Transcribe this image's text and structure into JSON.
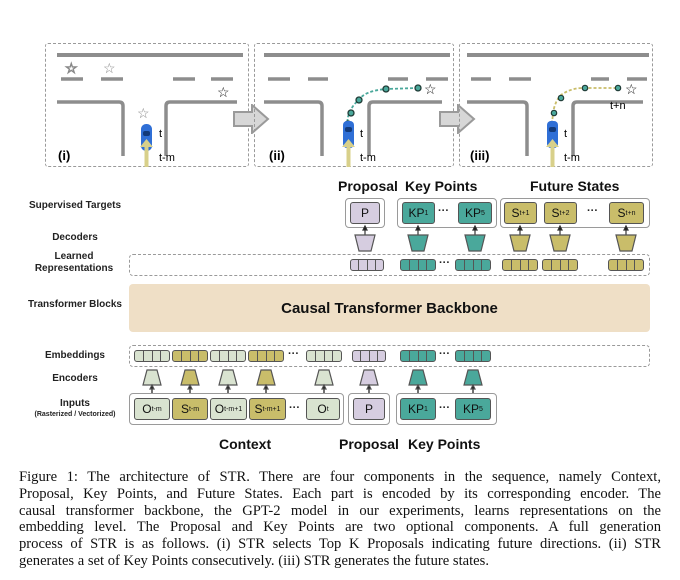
{
  "scenes": [
    {
      "label": "(i)",
      "time_labels": [
        "t",
        "t-m"
      ]
    },
    {
      "label": "(ii)",
      "time_labels": [
        "t",
        "t-m"
      ]
    },
    {
      "label": "(iii)",
      "time_labels": [
        "t",
        "t-m",
        "t+n"
      ]
    }
  ],
  "row_labels": {
    "supervised_targets": "Supervised Targets",
    "decoders": "Decoders",
    "learned_representations": "Learned Representations",
    "transformer_blocks": "Transformer Blocks",
    "embeddings": "Embeddings",
    "encoders": "Encoders",
    "inputs": "Inputs",
    "inputs_sub": "(Rasterized / Vectorized)"
  },
  "group_headers": {
    "top_proposal": "Proposal",
    "top_key_points": "Key Points",
    "top_future_states": "Future States",
    "bottom_context": "Context",
    "bottom_proposal": "Proposal",
    "bottom_key_points": "Key Points"
  },
  "backbone": {
    "label": "Causal Transformer Backbone"
  },
  "ellipsis": "···",
  "top_tokens": {
    "proposal": [
      {
        "base": "P",
        "sub": ""
      }
    ],
    "key_points": [
      {
        "base": "KP",
        "sub": "1"
      },
      {
        "base": "KP",
        "sub": "5"
      }
    ],
    "future_states": [
      {
        "base": "S",
        "sub": "t+1"
      },
      {
        "base": "S",
        "sub": "t+2"
      },
      {
        "base": "S",
        "sub": "t+n"
      }
    ]
  },
  "bottom_tokens": {
    "context": [
      {
        "base": "O",
        "sub": "t-m",
        "kind": "obs"
      },
      {
        "base": "S",
        "sub": "t-m",
        "kind": "state"
      },
      {
        "base": "O",
        "sub": "t-m+1",
        "kind": "obs"
      },
      {
        "base": "S",
        "sub": "t-m+1",
        "kind": "state"
      },
      {
        "base": "O",
        "sub": "t",
        "kind": "obs"
      }
    ],
    "proposal": [
      {
        "base": "P",
        "sub": ""
      }
    ],
    "key_points": [
      {
        "base": "KP",
        "sub": "1"
      },
      {
        "base": "KP",
        "sub": "5"
      }
    ]
  },
  "colors": {
    "observation": "#d9e3d0",
    "state": "#c9bd6a",
    "proposal": "#d6cde0",
    "key_point": "#4aa89b",
    "backbone": "#efdfc6",
    "car": "#2f6fd6",
    "history_arrow": "#d8d08a"
  },
  "caption": {
    "lines": [
      "Figure 1: The architecture of STR. There are four components in the sequence, namely Context,",
      "Proposal, Key Points, and Future States. Each part is encoded by its corresponding encoder. The",
      "causal transformer backbone, the GPT-2 model in our experiments, learns representations on the",
      "embedding level. The Proposal and Key Points are two optional components. A full generation",
      "process of STR is as follows. (i) STR selects Top K Proposals indicating future directions. (ii) STR",
      "generates a set of Key Points consecutively. (iii) STR generates the future states."
    ]
  }
}
